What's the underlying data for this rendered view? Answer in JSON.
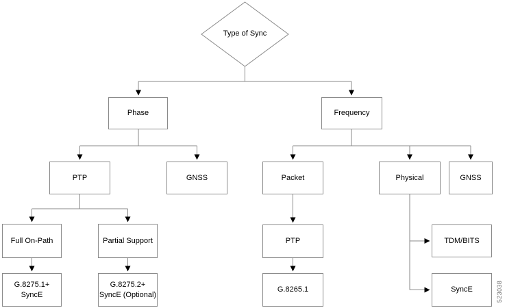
{
  "diagram": {
    "title_node": "Type of Sync",
    "figure_id": "523038",
    "colors": {
      "line": "#8a8a8a",
      "arrowhead": "#000000",
      "text": "#000000",
      "figure_id_text": "#707070",
      "background": "#ffffff"
    }
  },
  "nodes": {
    "type_of_sync": {
      "label": "Type of Sync"
    },
    "phase": {
      "label": "Phase"
    },
    "frequency": {
      "label": "Frequency"
    },
    "ptp_phase": {
      "label": "PTP"
    },
    "gnss_phase": {
      "label": "GNSS"
    },
    "packet": {
      "label": "Packet"
    },
    "physical": {
      "label": "Physical"
    },
    "gnss_frequency": {
      "label": "GNSS"
    },
    "full_on_path": {
      "label": "Full On-Path"
    },
    "partial_support": {
      "label": "Partial Support"
    },
    "g8275_1": {
      "line1": "G.8275.1+",
      "line2": "SyncE"
    },
    "g8275_2": {
      "line1": "G.8275.2+",
      "line2": "SyncE (Optional)"
    },
    "ptp_frequency": {
      "label": "PTP"
    },
    "g8265_1": {
      "label": "G.8265.1"
    },
    "tdm_bits": {
      "label": "TDM/BITS"
    },
    "synce": {
      "label": "SyncE"
    }
  },
  "edges": [
    {
      "from": "type_of_sync",
      "to": "phase"
    },
    {
      "from": "type_of_sync",
      "to": "frequency"
    },
    {
      "from": "phase",
      "to": "ptp_phase"
    },
    {
      "from": "phase",
      "to": "gnss_phase"
    },
    {
      "from": "ptp_phase",
      "to": "full_on_path"
    },
    {
      "from": "ptp_phase",
      "to": "partial_support"
    },
    {
      "from": "full_on_path",
      "to": "g8275_1"
    },
    {
      "from": "partial_support",
      "to": "g8275_2"
    },
    {
      "from": "frequency",
      "to": "packet"
    },
    {
      "from": "frequency",
      "to": "physical"
    },
    {
      "from": "frequency",
      "to": "gnss_frequency"
    },
    {
      "from": "packet",
      "to": "ptp_frequency"
    },
    {
      "from": "ptp_frequency",
      "to": "g8265_1"
    },
    {
      "from": "physical",
      "to": "tdm_bits"
    },
    {
      "from": "physical",
      "to": "synce"
    }
  ]
}
